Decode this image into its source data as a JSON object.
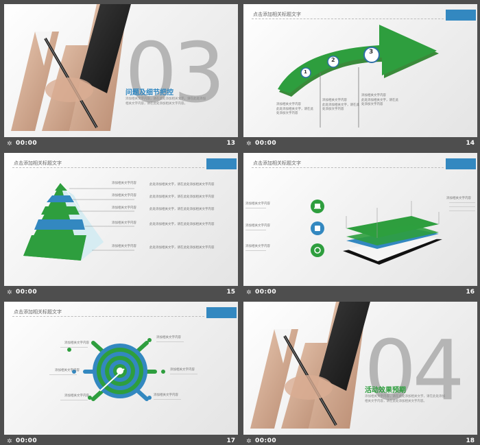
{
  "slides": [
    {
      "num": "13",
      "time": "00:00",
      "big_number": "03",
      "section_title": "问题及细节把控",
      "section_text": "添加相关文字内容，请在此处添加相关文字，请在此处添加相关文字内容，请在此处添加相关文字内容。",
      "title_color": "#2e86c1"
    },
    {
      "num": "14",
      "time": "00:00",
      "header": "点击添加相关标题文字",
      "steps": [
        "1",
        "2",
        "3"
      ],
      "captions": [
        "添加相关文字内容",
        "添加相关文字内容",
        "添加相关文字内容"
      ],
      "caption_lines": [
        "此处添加相关文字，请在此处添加文字内容",
        "此处添加相关文字，请在此处添加文字内容",
        "此处添加相关文字，请在此处添加文字内容"
      ]
    },
    {
      "num": "15",
      "time": "00:00",
      "header": "点击添加相关标题文字",
      "labels": [
        "添加相关文字内容",
        "添加相关文字内容",
        "添加相关文字内容",
        "添加相关文字内容",
        "添加相关文字内容"
      ],
      "lines": "此处添加相关文字，请在此处添加相关文字内容"
    },
    {
      "num": "16",
      "time": "00:00",
      "header": "点击添加相关标题文字",
      "left_labels": [
        "添加相关文字内容",
        "添加相关文字内容",
        "添加相关文字内容"
      ],
      "right_label": "添加相关文字内容",
      "icons": [
        "laptop-icon",
        "shopping-bag-icon",
        "compass-icon"
      ]
    },
    {
      "num": "17",
      "time": "00:00",
      "header": "点击添加相关标题文字",
      "labels": [
        "添加相关文字内容",
        "添加相关文字内容",
        "添加相关文字内容",
        "添加相关文字内容",
        "添加相关文字内容",
        "添加相关文字内容"
      ]
    },
    {
      "num": "18",
      "time": "00:00",
      "big_number": "04",
      "section_title": "活动效果预期",
      "section_text": "添加相关文字内容，请在此处添加相关文字，请在此处添加相关文字内容，请在此处添加相关文字内容。",
      "title_color": "#2e9e3e"
    }
  ],
  "colors": {
    "blue": "#3388c0",
    "green": "#2e9e3e",
    "dark_bg": "#4e4e4e"
  }
}
